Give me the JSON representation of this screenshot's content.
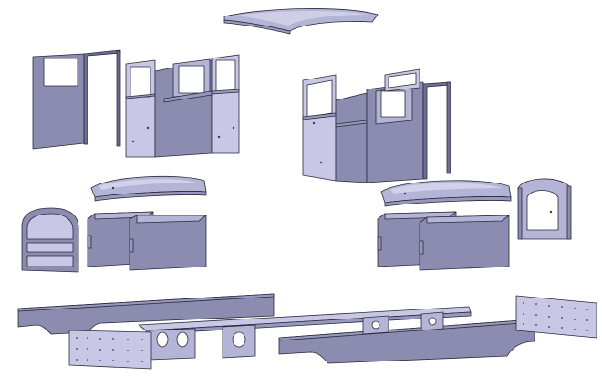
{
  "scene": {
    "background": "#ffffff",
    "part_colors": {
      "shadow": "#6e6e94",
      "dark": "#8c8cb0",
      "mid": "#9898bf",
      "light": "#b4b4d6",
      "highlight": "#c8c8e6",
      "specular": "#d8d8ee",
      "edge": "#2a2a3a"
    },
    "parts": [
      "cab-roof",
      "cab-left-assembly",
      "cab-right-assembly",
      "hood-left",
      "hood-right",
      "front-grille-arched",
      "rear-door-arched",
      "side-box-left",
      "side-box-right",
      "chassis-frame",
      "side-skirt-panels",
      "perforated-end-plates"
    ]
  }
}
